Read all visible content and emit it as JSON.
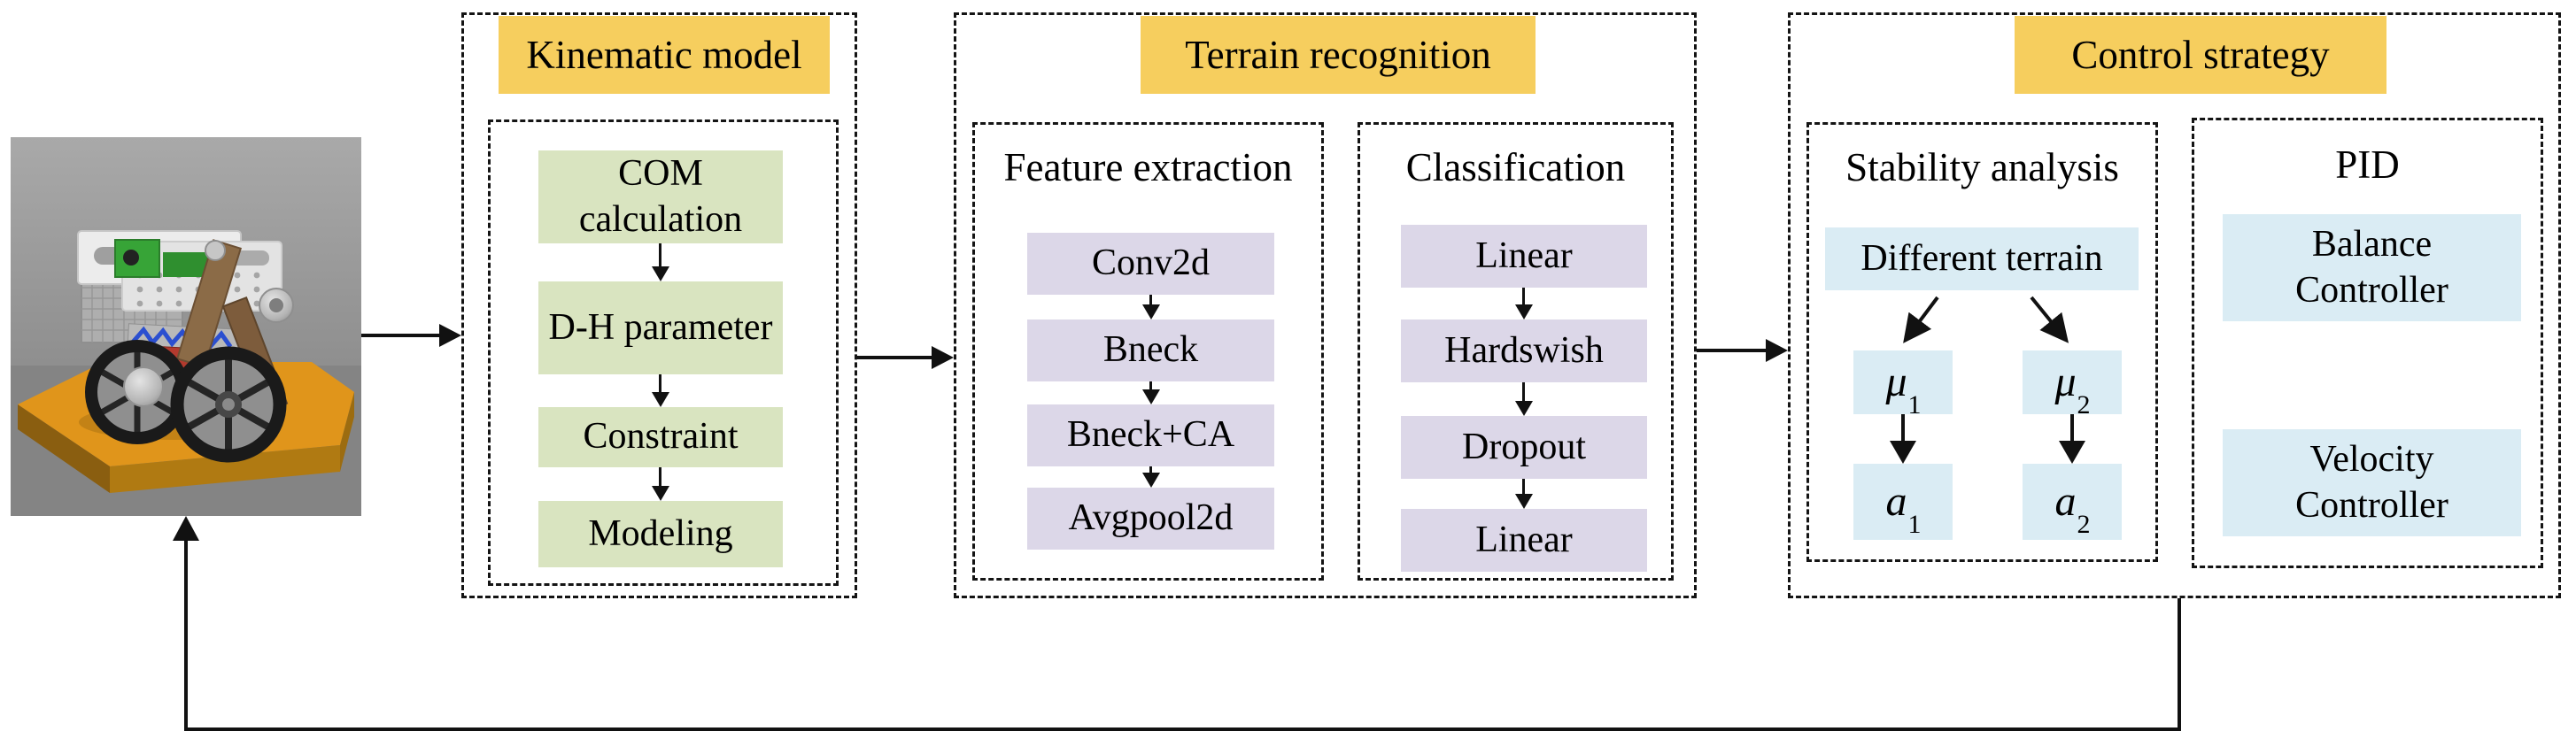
{
  "colors": {
    "header_bg": "#F6CE5E",
    "kinematic_step_bg": "#D9E4C0",
    "terrain_step_bg": "#DCD7E8",
    "control_step_bg": "#DAECF4",
    "line": "#111111",
    "background": "#FFFFFF"
  },
  "robot": {
    "alt": "3D render of a two-wheeled legged balancing robot on an orange platform"
  },
  "sections": [
    {
      "title": "Kinematic model",
      "steps": [
        "COM calculation",
        "D-H parameter",
        "Constraint",
        "Modeling"
      ]
    },
    {
      "title": "Terrain recognition",
      "columns": [
        {
          "label": "Feature extraction",
          "steps": [
            "Conv2d",
            "Bneck",
            "Bneck+CA",
            "Avgpool2d"
          ]
        },
        {
          "label": "Classification",
          "steps": [
            "Linear",
            "Hardswish",
            "Dropout",
            "Linear"
          ]
        }
      ]
    },
    {
      "title": "Control strategy",
      "stability": {
        "label": "Stability analysis",
        "root": "Different terrain",
        "mu": [
          {
            "base": "μ",
            "sub": "1"
          },
          {
            "base": "μ",
            "sub": "2"
          }
        ],
        "a": [
          {
            "base": "a",
            "sub": "1"
          },
          {
            "base": "a",
            "sub": "2"
          }
        ]
      },
      "pid": {
        "label": "PID",
        "steps": [
          "Balance Controller",
          "Velocity Controller"
        ]
      }
    }
  ]
}
